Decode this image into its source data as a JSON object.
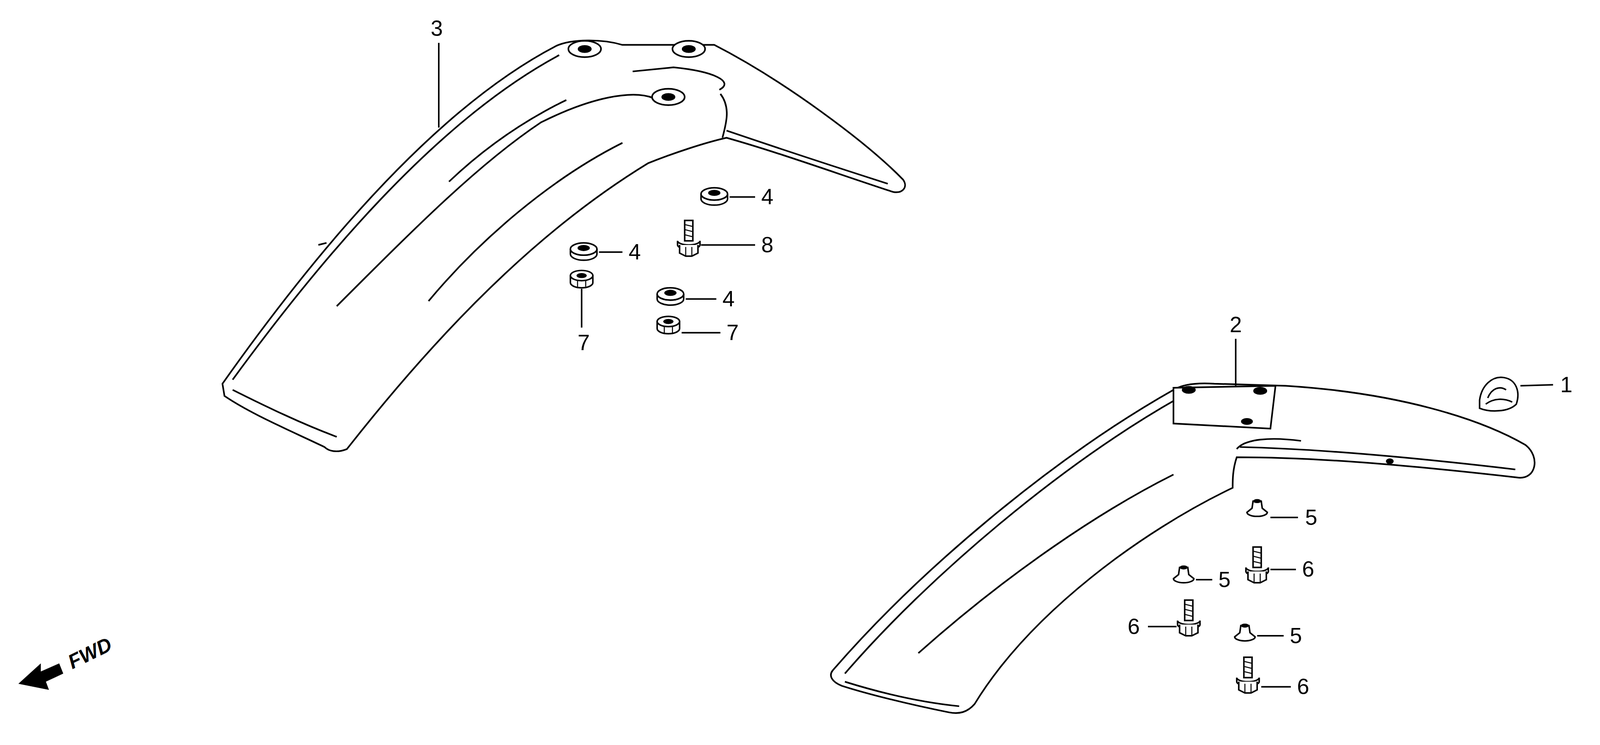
{
  "diagram": {
    "labels": [
      "3",
      "4",
      "4",
      "8",
      "4",
      "7",
      "7",
      "2",
      "1",
      "5",
      "6",
      "5",
      "6",
      "5",
      "6",
      "FWD"
    ]
  }
}
